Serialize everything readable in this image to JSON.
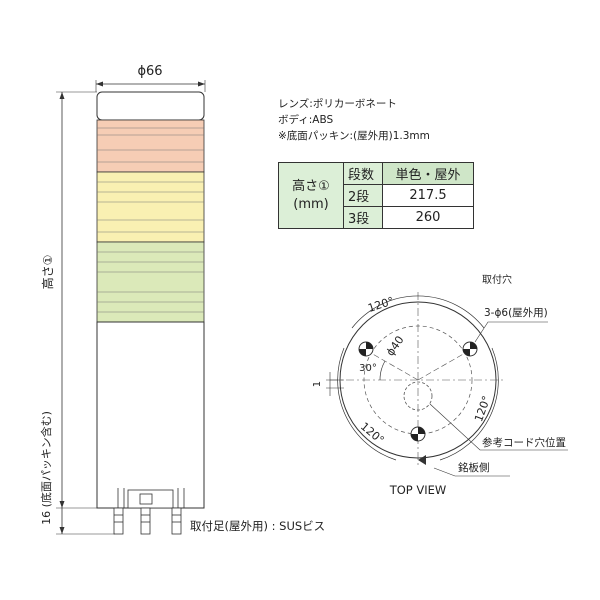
{
  "dimensions": {
    "diameter": "ϕ66",
    "height": "高さ①",
    "bottom_height": "16 (底面パッキン含む)",
    "mount_foot": "取付足(屋外用) : SUSビス"
  },
  "specs": {
    "lens": "レンズ:ポリカーボネート",
    "body": "ボディ:ABS",
    "packing": "※底面パッキン:(屋外用)1.3mm"
  },
  "height_table": {
    "row_header": [
      "高さ①",
      "(mm)"
    ],
    "col_step": "段数",
    "col_value": "単色・屋外",
    "rows": [
      {
        "step": "2段",
        "value": "217.5"
      },
      {
        "step": "3段",
        "value": "260"
      }
    ]
  },
  "top_view": {
    "mount_holes_title": "取付穴",
    "holes_label": "3-ϕ6(屋外用)",
    "angle_top": "120°",
    "angle_right": "120°",
    "angle_bottom": "120°",
    "angle_small": "30°",
    "circle_dia": "ϕ40",
    "offset": "1",
    "cord_hole": "参考コード穴位置",
    "nameplate": "銘板側",
    "view_label": "TOP VIEW"
  },
  "colors": {
    "red_lens": "#f6cdb5",
    "yellow_lens": "#f9f0b2",
    "green_lens": "#dbe9b9",
    "table_header": "#cfe6c8",
    "line": "#333333"
  }
}
